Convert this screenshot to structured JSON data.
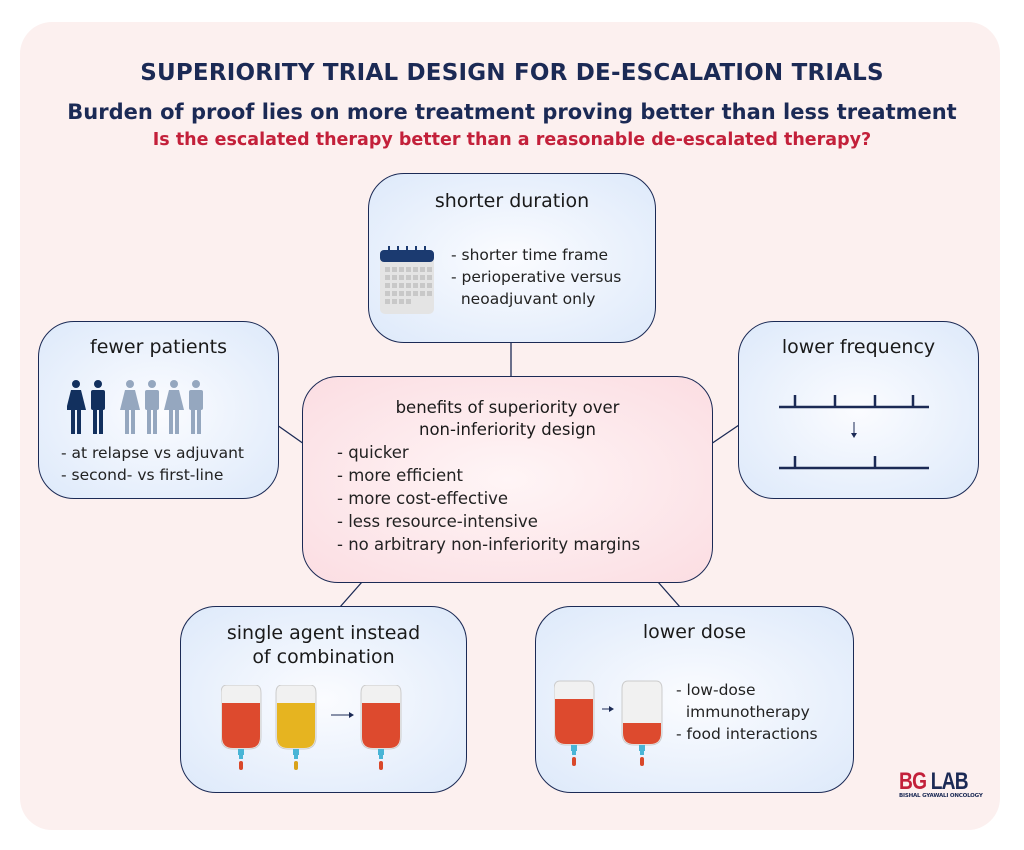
{
  "header": {
    "title": "SUPERIORITY TRIAL DESIGN FOR DE-ESCALATION TRIALS",
    "subtitle": "Burden of proof lies on more treatment proving better than less treatment",
    "question": "Is the escalated therapy better than a reasonable de-escalated therapy?"
  },
  "boxes": {
    "duration": {
      "title": "shorter duration",
      "lines": "- shorter time frame\n- perioperative versus\n  neoadjuvant only",
      "icon": "calendar-icon"
    },
    "patients": {
      "title": "fewer patients",
      "lines": "- at relapse vs adjuvant\n- second- vs first-line",
      "icon": "people-icon"
    },
    "frequency": {
      "title": "lower frequency",
      "icon": "timeline-icon"
    },
    "center": {
      "title": "benefits of superiority over\nnon-inferiority design",
      "lines": "- quicker\n- more efficient\n- more cost-effective\n- less resource-intensive\n- no arbitrary non-inferiority margins"
    },
    "single_agent": {
      "title": "single agent instead\nof combination",
      "icon": "iv-bag-icon"
    },
    "dose": {
      "title": "lower dose",
      "lines": "- low-dose\n  immunotherapy\n- food interactions",
      "icon": "iv-bag-icon"
    }
  },
  "logo": {
    "big_red": "BG",
    "big_navy": "LAB",
    "small": "BISHAL GYAWALI ONCOLOGY"
  },
  "colors": {
    "navy": "#1b2a55",
    "red": "#c3203a",
    "bg": "#fcf0ef"
  }
}
